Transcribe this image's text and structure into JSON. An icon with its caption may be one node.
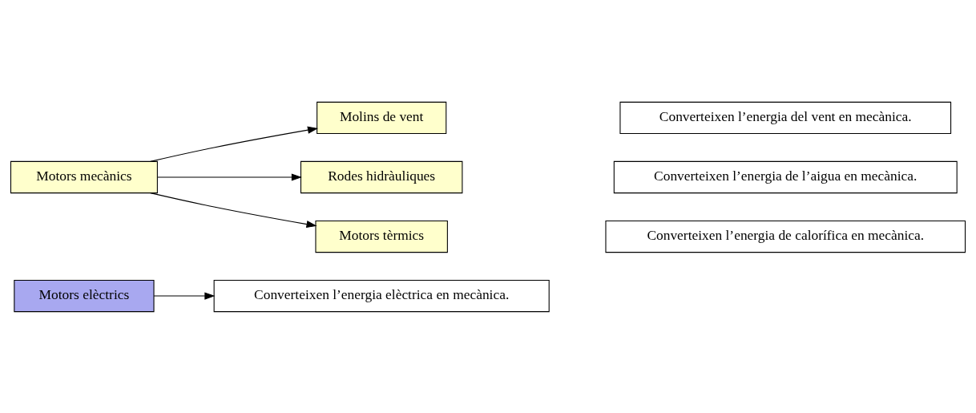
{
  "diagram": {
    "nodes": [
      {
        "text": [
          "Motors elèctrics"
        ]
      },
      {
        "text": [
          "Converteixen l’energia elèctrica en mecànica."
        ]
      },
      {
        "text": [
          "Motors mecànics"
        ]
      },
      {
        "text": [
          "Molins de vent"
        ]
      },
      {
        "text": [
          "Rodes hidràuliques"
        ]
      },
      {
        "text": [
          "Motors tèrmics"
        ]
      },
      {
        "text": [
          "Converteixen l’energia del vent en mecànica."
        ]
      },
      {
        "text": [
          "Converteixen l’energia de l’aigua en mecànica."
        ]
      },
      {
        "text": [
          "Converteixen l’energia de calorífica en mecànica."
        ]
      }
    ],
    "edges": [
      {
        "from": 0,
        "to": 1,
        "arrow": "to"
      },
      {
        "from": 2,
        "to": 3,
        "arrow": "to"
      },
      {
        "from": 2,
        "to": 4,
        "arrow": "to"
      },
      {
        "from": 2,
        "to": 5,
        "arrow": "to"
      }
    ]
  }
}
